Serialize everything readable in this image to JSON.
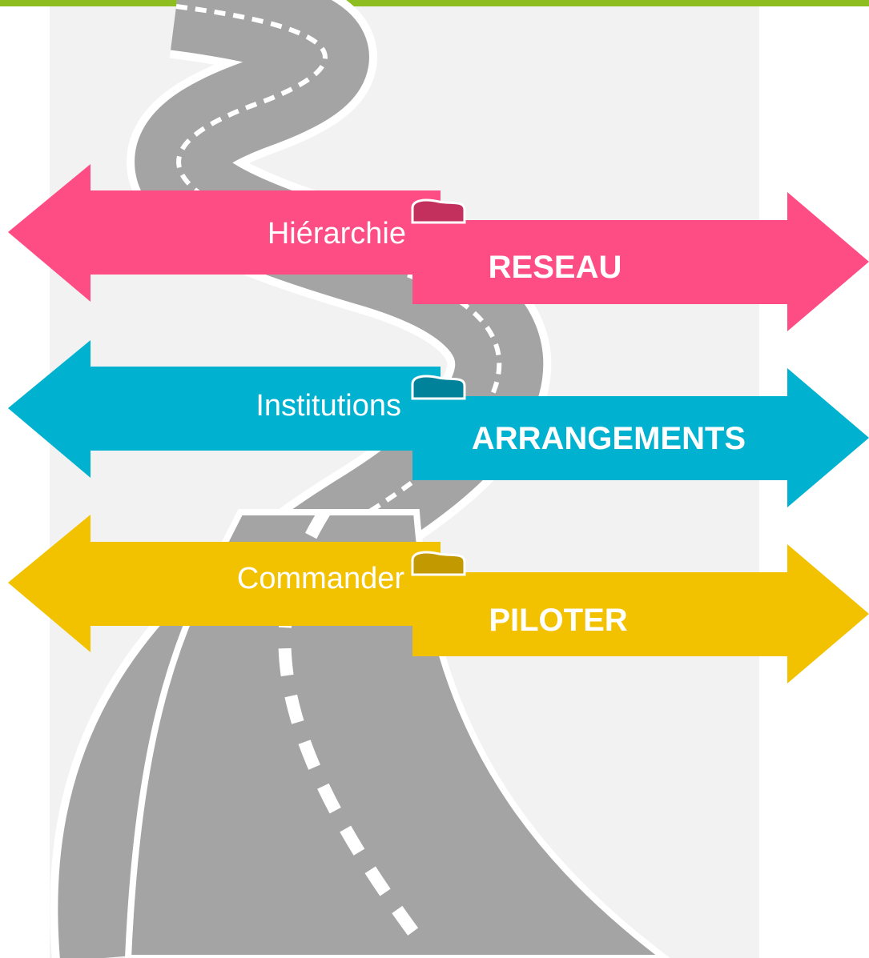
{
  "colors": {
    "top_bar": "#8dbd1f",
    "background": "#f2f2f2",
    "road": "#a4a4a4",
    "road_edge": "#ffffff",
    "dash": "#ffffff"
  },
  "transitions": [
    {
      "from_label": "Hiérarchie",
      "to_label": "RESEAU",
      "color": "#fe4d84",
      "fold_color": "#c4305e"
    },
    {
      "from_label": "Institutions",
      "to_label": "ARRANGEMENTS",
      "color": "#00b1d0",
      "fold_color": "#00839a"
    },
    {
      "from_label": "Commander",
      "to_label": "PILOTER",
      "color": "#f2c200",
      "fold_color": "#c29a00"
    }
  ]
}
